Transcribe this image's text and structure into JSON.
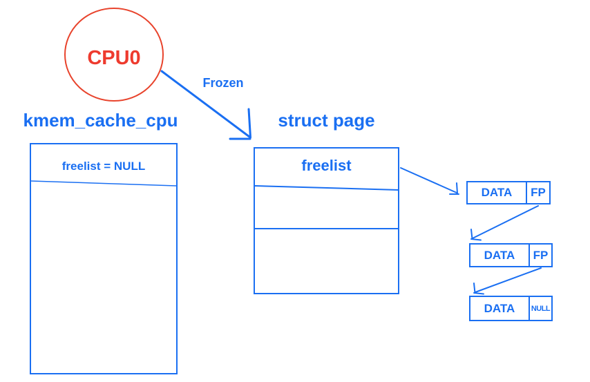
{
  "colors": {
    "blue": "#1a6ff2",
    "red_stroke": "#e8432c",
    "red_text": "#ee3b2e"
  },
  "cpu": {
    "label": "CPU0"
  },
  "arrow_label": "Frozen",
  "kmem": {
    "title": "kmem_cache_cpu",
    "freelist": "freelist = NULL"
  },
  "page": {
    "title": "struct page",
    "freelist": "freelist"
  },
  "objects": [
    {
      "data": "DATA",
      "fp": "FP"
    },
    {
      "data": "DATA",
      "fp": "FP"
    },
    {
      "data": "DATA",
      "fp": "NULL"
    }
  ]
}
